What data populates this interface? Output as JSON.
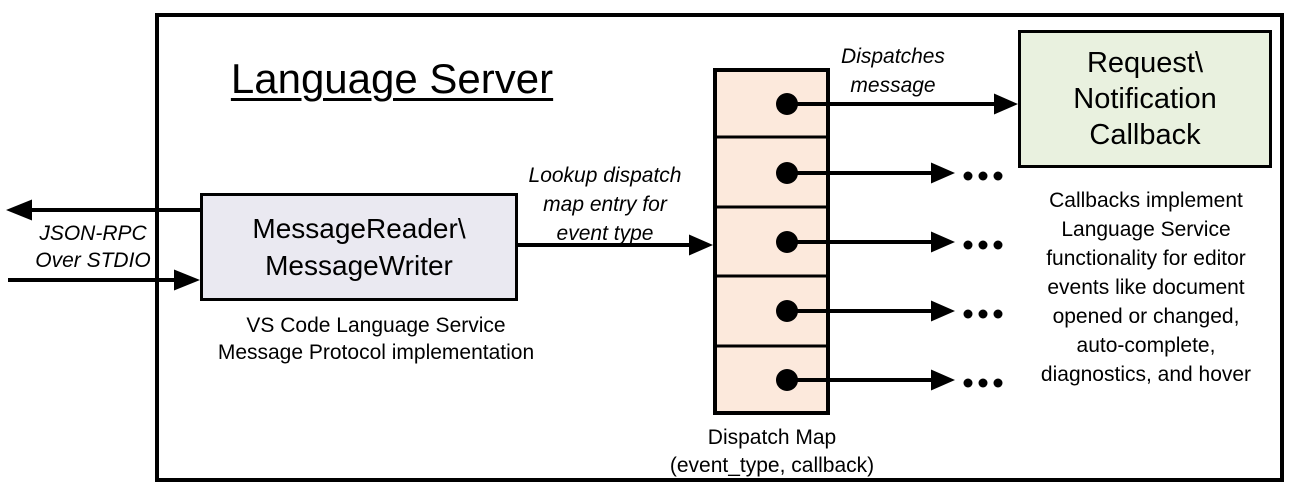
{
  "colors": {
    "line": "#000000",
    "reader_box_fill": "#eae9f1",
    "dispatch_map_fill": "#fce9dc",
    "callback_box_fill": "#e9f1df"
  },
  "diagram": {
    "title": "Language Server",
    "io_label": {
      "line1": "JSON-RPC",
      "line2": "Over STDIO"
    },
    "reader_box": {
      "line1": "MessageReader\\",
      "line2": "MessageWriter"
    },
    "reader_caption": {
      "line1": "VS Code Language Service",
      "line2": "Message Protocol implementation"
    },
    "lookup_label": {
      "line1": "Lookup dispatch",
      "line2": "map entry for",
      "line3": "event type"
    },
    "dispatch_label": {
      "line1": "Dispatches",
      "line2": "message"
    },
    "callback_box": {
      "line1": "Request\\",
      "line2": "Notification",
      "line3": "Callback"
    },
    "dispatch_map": {
      "rows": 5
    },
    "map_caption": {
      "line1": "Dispatch Map",
      "line2": "(event_type, callback)"
    },
    "callback_note": {
      "lines": [
        "Callbacks implement",
        "Language Service",
        "functionality for editor",
        "events like document",
        "opened or changed,",
        "auto-complete,",
        "diagnostics, and hover"
      ]
    }
  }
}
